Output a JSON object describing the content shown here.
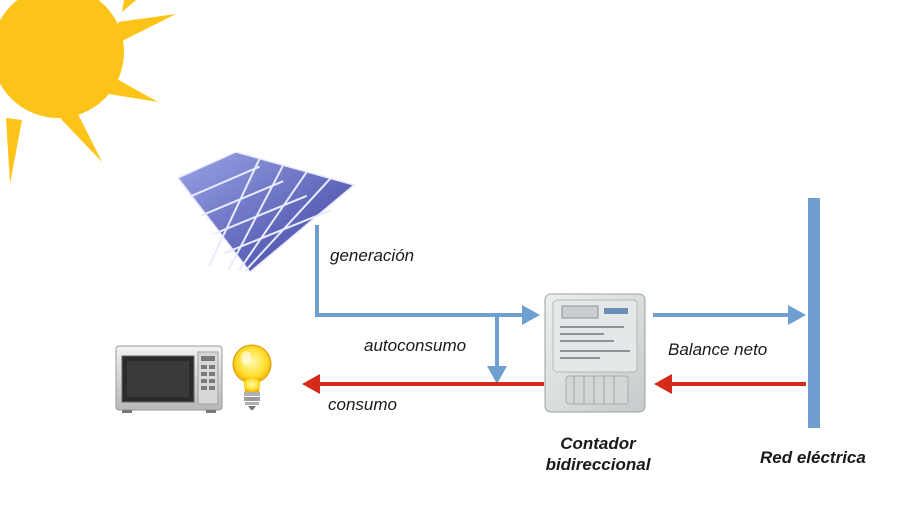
{
  "labels": {
    "generacion": "generación",
    "autoconsumo": "autoconsumo",
    "consumo": "consumo",
    "balance_neto": "Balance neto",
    "contador_line1": "Contador",
    "contador_line2": "bidireccional",
    "red_electrica": "Red eléctrica"
  },
  "colors": {
    "blue_flow": "#6f9fd0",
    "red_flow": "#d42a1a",
    "grid_bar": "#6f9fd0",
    "sun": "#fcc419"
  },
  "icons": [
    "sun-icon",
    "solar-panel-icon",
    "microwave-icon",
    "light-bulb-icon",
    "energy-meter-icon",
    "grid-bar-icon"
  ]
}
